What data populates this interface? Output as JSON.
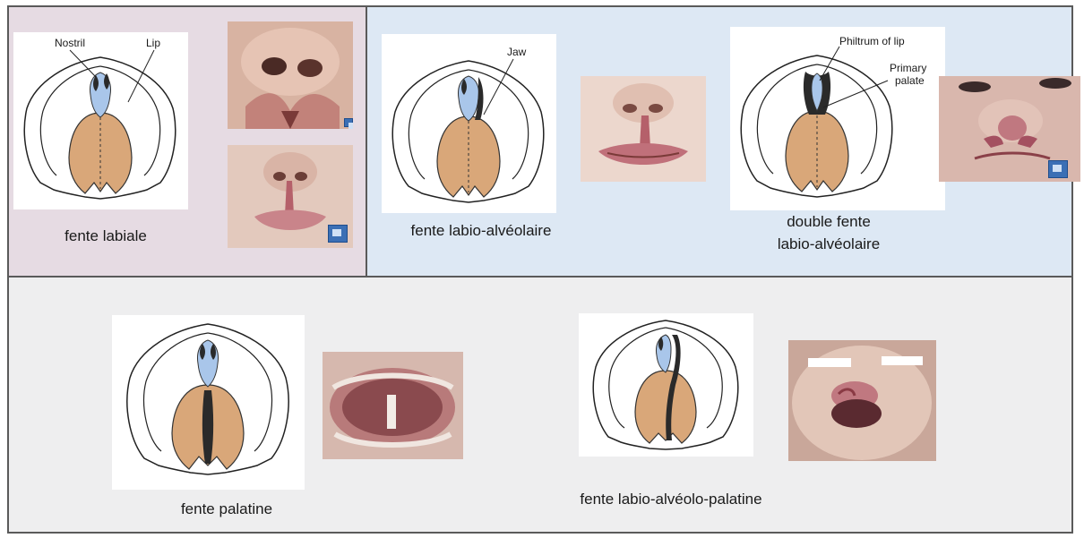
{
  "panels": [
    {
      "id": "fente-labiale",
      "caption": "fente labiale",
      "labels": {
        "nostril": "Nostril",
        "lip": "Lip"
      }
    },
    {
      "id": "fente-labio-alveolaire",
      "caption": "fente labio-alvéolaire",
      "labels": {
        "jaw": "Jaw"
      }
    },
    {
      "id": "double-fente",
      "caption_line1": "double fente",
      "caption_line2": "labio-alvéolaire",
      "labels": {
        "philtrum": "Philtrum of lip",
        "primary_line1": "Primary",
        "primary_line2": "palate"
      }
    },
    {
      "id": "fente-palatine",
      "caption": "fente palatine"
    },
    {
      "id": "fente-labio-alveolo-palatine",
      "caption": "fente labio-alvéolo-palatine"
    }
  ],
  "colors": {
    "panel_pink": "#e6dbe3",
    "panel_blue": "#dde8f4",
    "panel_gray": "#eeeeef",
    "palate_tan": "#d9a779",
    "primary_palate_blue": "#a9c6ea"
  }
}
